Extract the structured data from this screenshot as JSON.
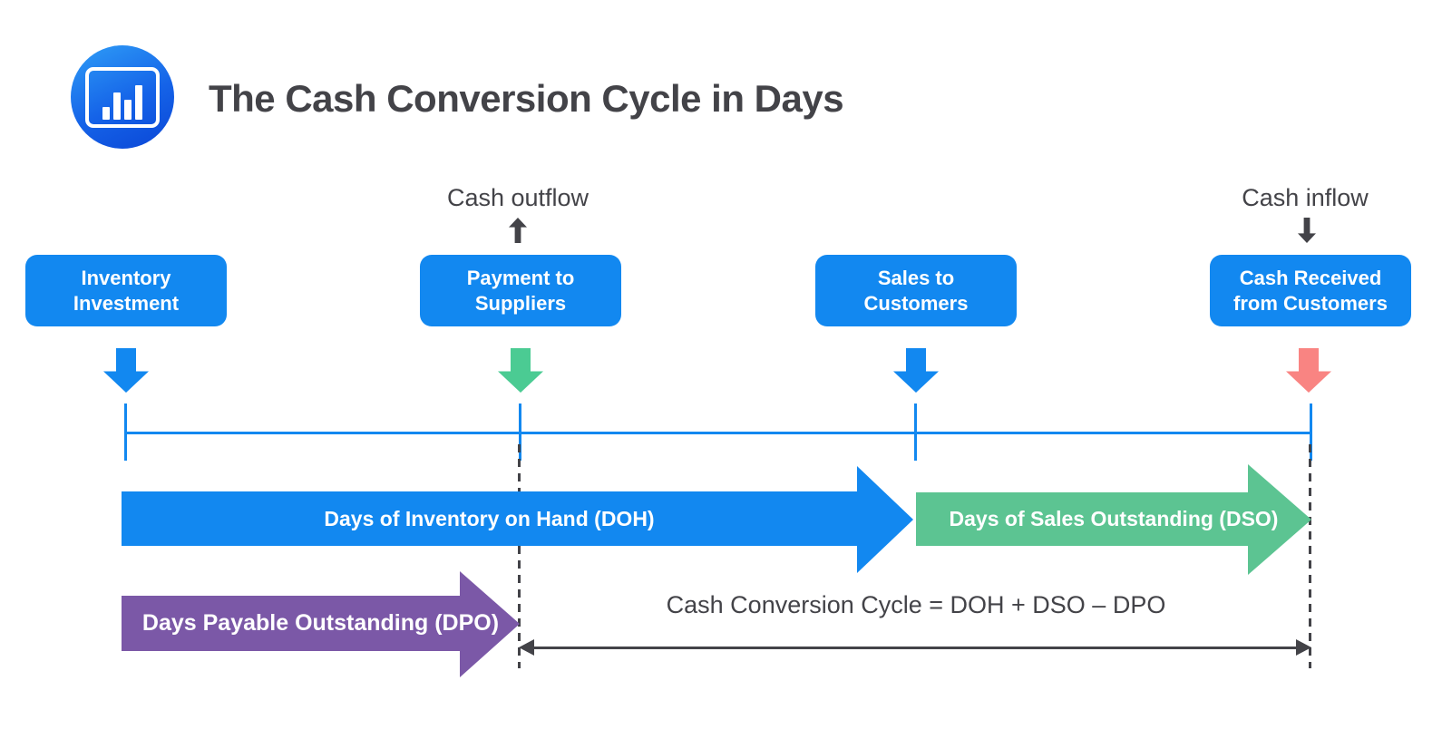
{
  "header": {
    "title": "The Cash Conversion Cycle in Days",
    "icon": "bar-chart-icon"
  },
  "flow_labels": {
    "outflow": "Cash outflow",
    "inflow": "Cash inflow"
  },
  "stages": [
    {
      "label": "Inventory Investment",
      "arrow_color": "blue"
    },
    {
      "label": "Payment to Suppliers",
      "arrow_color": "green-bright"
    },
    {
      "label": "Sales to Customers",
      "arrow_color": "blue"
    },
    {
      "label": "Cash Received from Customers",
      "arrow_color": "pink"
    }
  ],
  "duration_arrows": [
    {
      "id": "DOH",
      "label": "Days of Inventory on Hand (DOH)",
      "color": "blue"
    },
    {
      "id": "DSO",
      "label": "Days of Sales Outstanding (DSO)",
      "color": "green"
    },
    {
      "id": "DPO",
      "label": "Days Payable Outstanding (DPO)",
      "color": "purple"
    }
  ],
  "formula": "Cash Conversion Cycle = DOH + DSO – DPO",
  "colors": {
    "blue": "#1288f0",
    "green": "#5cc492",
    "green-bright": "#4bcb93",
    "pink": "#f98482",
    "purple": "#7b58a7",
    "dark": "#434348"
  }
}
